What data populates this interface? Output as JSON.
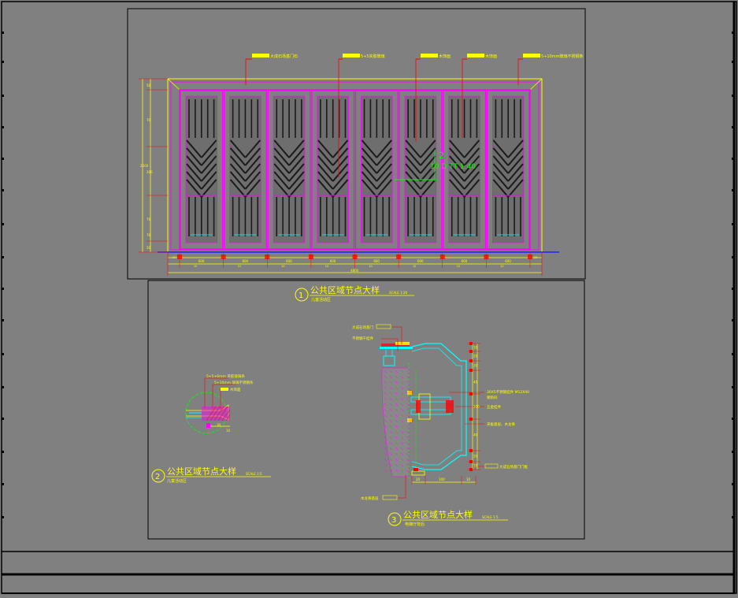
{
  "colors": {
    "background": "#808080",
    "frame": "#000000",
    "yellow": "#ffff00",
    "red": "#ff0000",
    "magenta": "#ff00ff",
    "cyan": "#00ffff",
    "green": "#00ff00",
    "blue": "#2020ff",
    "white": "#ffffff"
  },
  "elevation": {
    "tags": [
      "大成石场基门石",
      "5+5夹胶玻璃",
      "木饰面",
      "木饰面",
      "5+10mm玻璃不锈钢条"
    ],
    "section_mark_number": "2",
    "section_mark_text": "10 D TT 1:40",
    "height_dims": [
      "50",
      "70",
      "200",
      "70",
      "70",
      "50"
    ],
    "total_height": "2500",
    "panel_widths": [
      "600",
      "600",
      "600",
      "600",
      "600",
      "600",
      "600",
      "600"
    ],
    "gap_dims": [
      "20",
      "30",
      "30",
      "30",
      "30",
      "30",
      "30",
      "30",
      "30",
      "20"
    ],
    "small_dims": [
      "10",
      "10",
      "10",
      "10",
      "10",
      "10",
      "10",
      "10",
      "10"
    ],
    "total_width": "4800"
  },
  "detail1": {
    "number": "1",
    "title": "公共区域节点大样",
    "scale": "SCALE 1:20",
    "subtitle": "儿童活动区"
  },
  "detail2": {
    "number": "2",
    "title": "公共区域节点大样",
    "scale": "SCALE 1:5",
    "subtitle": "儿童活动区",
    "notes": [
      "5+5+6mm 夹胶玻璃条",
      "5+10mm 玻璃不锈钢条",
      "木饰面"
    ],
    "dims": [
      "30",
      "10"
    ]
  },
  "detail3": {
    "number": "3",
    "title": "公共区域节点大样",
    "scale": "SCALE 1:5",
    "subtitle": "电梯厅背后",
    "notes_left": [
      "大成石场基门",
      "不锈钢干挂件",
      "木龙骨基层"
    ],
    "notes_right": [
      "30X5不锈钢挂件 M12X40",
      "钢角码",
      "五金挂件",
      "夹板基层、木龙骨",
      "大成石场基门门框"
    ],
    "dims_right": [
      "10",
      "20",
      "20",
      "40",
      "100",
      "40",
      "20",
      "10"
    ],
    "dims_bottom": [
      "20",
      "100",
      "10"
    ]
  }
}
